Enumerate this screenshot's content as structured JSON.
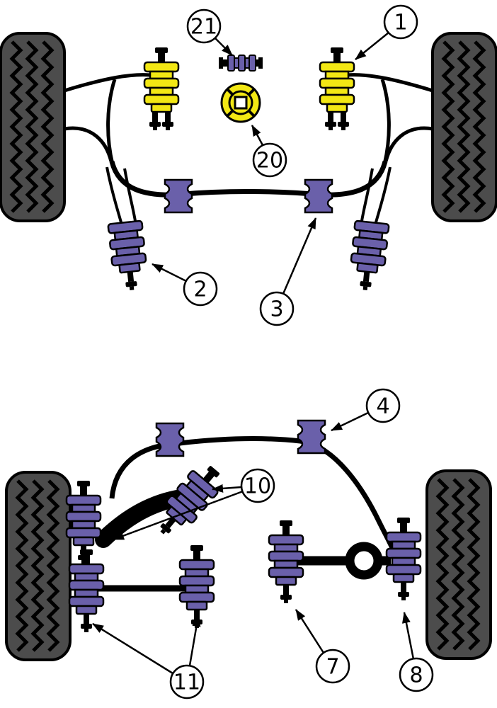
{
  "colors": {
    "bushing_purple": "#6a60aa",
    "mount_yellow": "#f2e714",
    "outline_black": "#000000",
    "tire_gray": "#4c4c4c",
    "callout_background": "#ffffff"
  },
  "callouts": {
    "c1": {
      "label": "1"
    },
    "c2": {
      "label": "2"
    },
    "c3": {
      "label": "3"
    },
    "c4": {
      "label": "4"
    },
    "c7": {
      "label": "7"
    },
    "c8": {
      "label": "8"
    },
    "c10": {
      "label": "10"
    },
    "c11": {
      "label": "11"
    },
    "c20": {
      "label": "20"
    },
    "c21": {
      "label": "21"
    }
  }
}
